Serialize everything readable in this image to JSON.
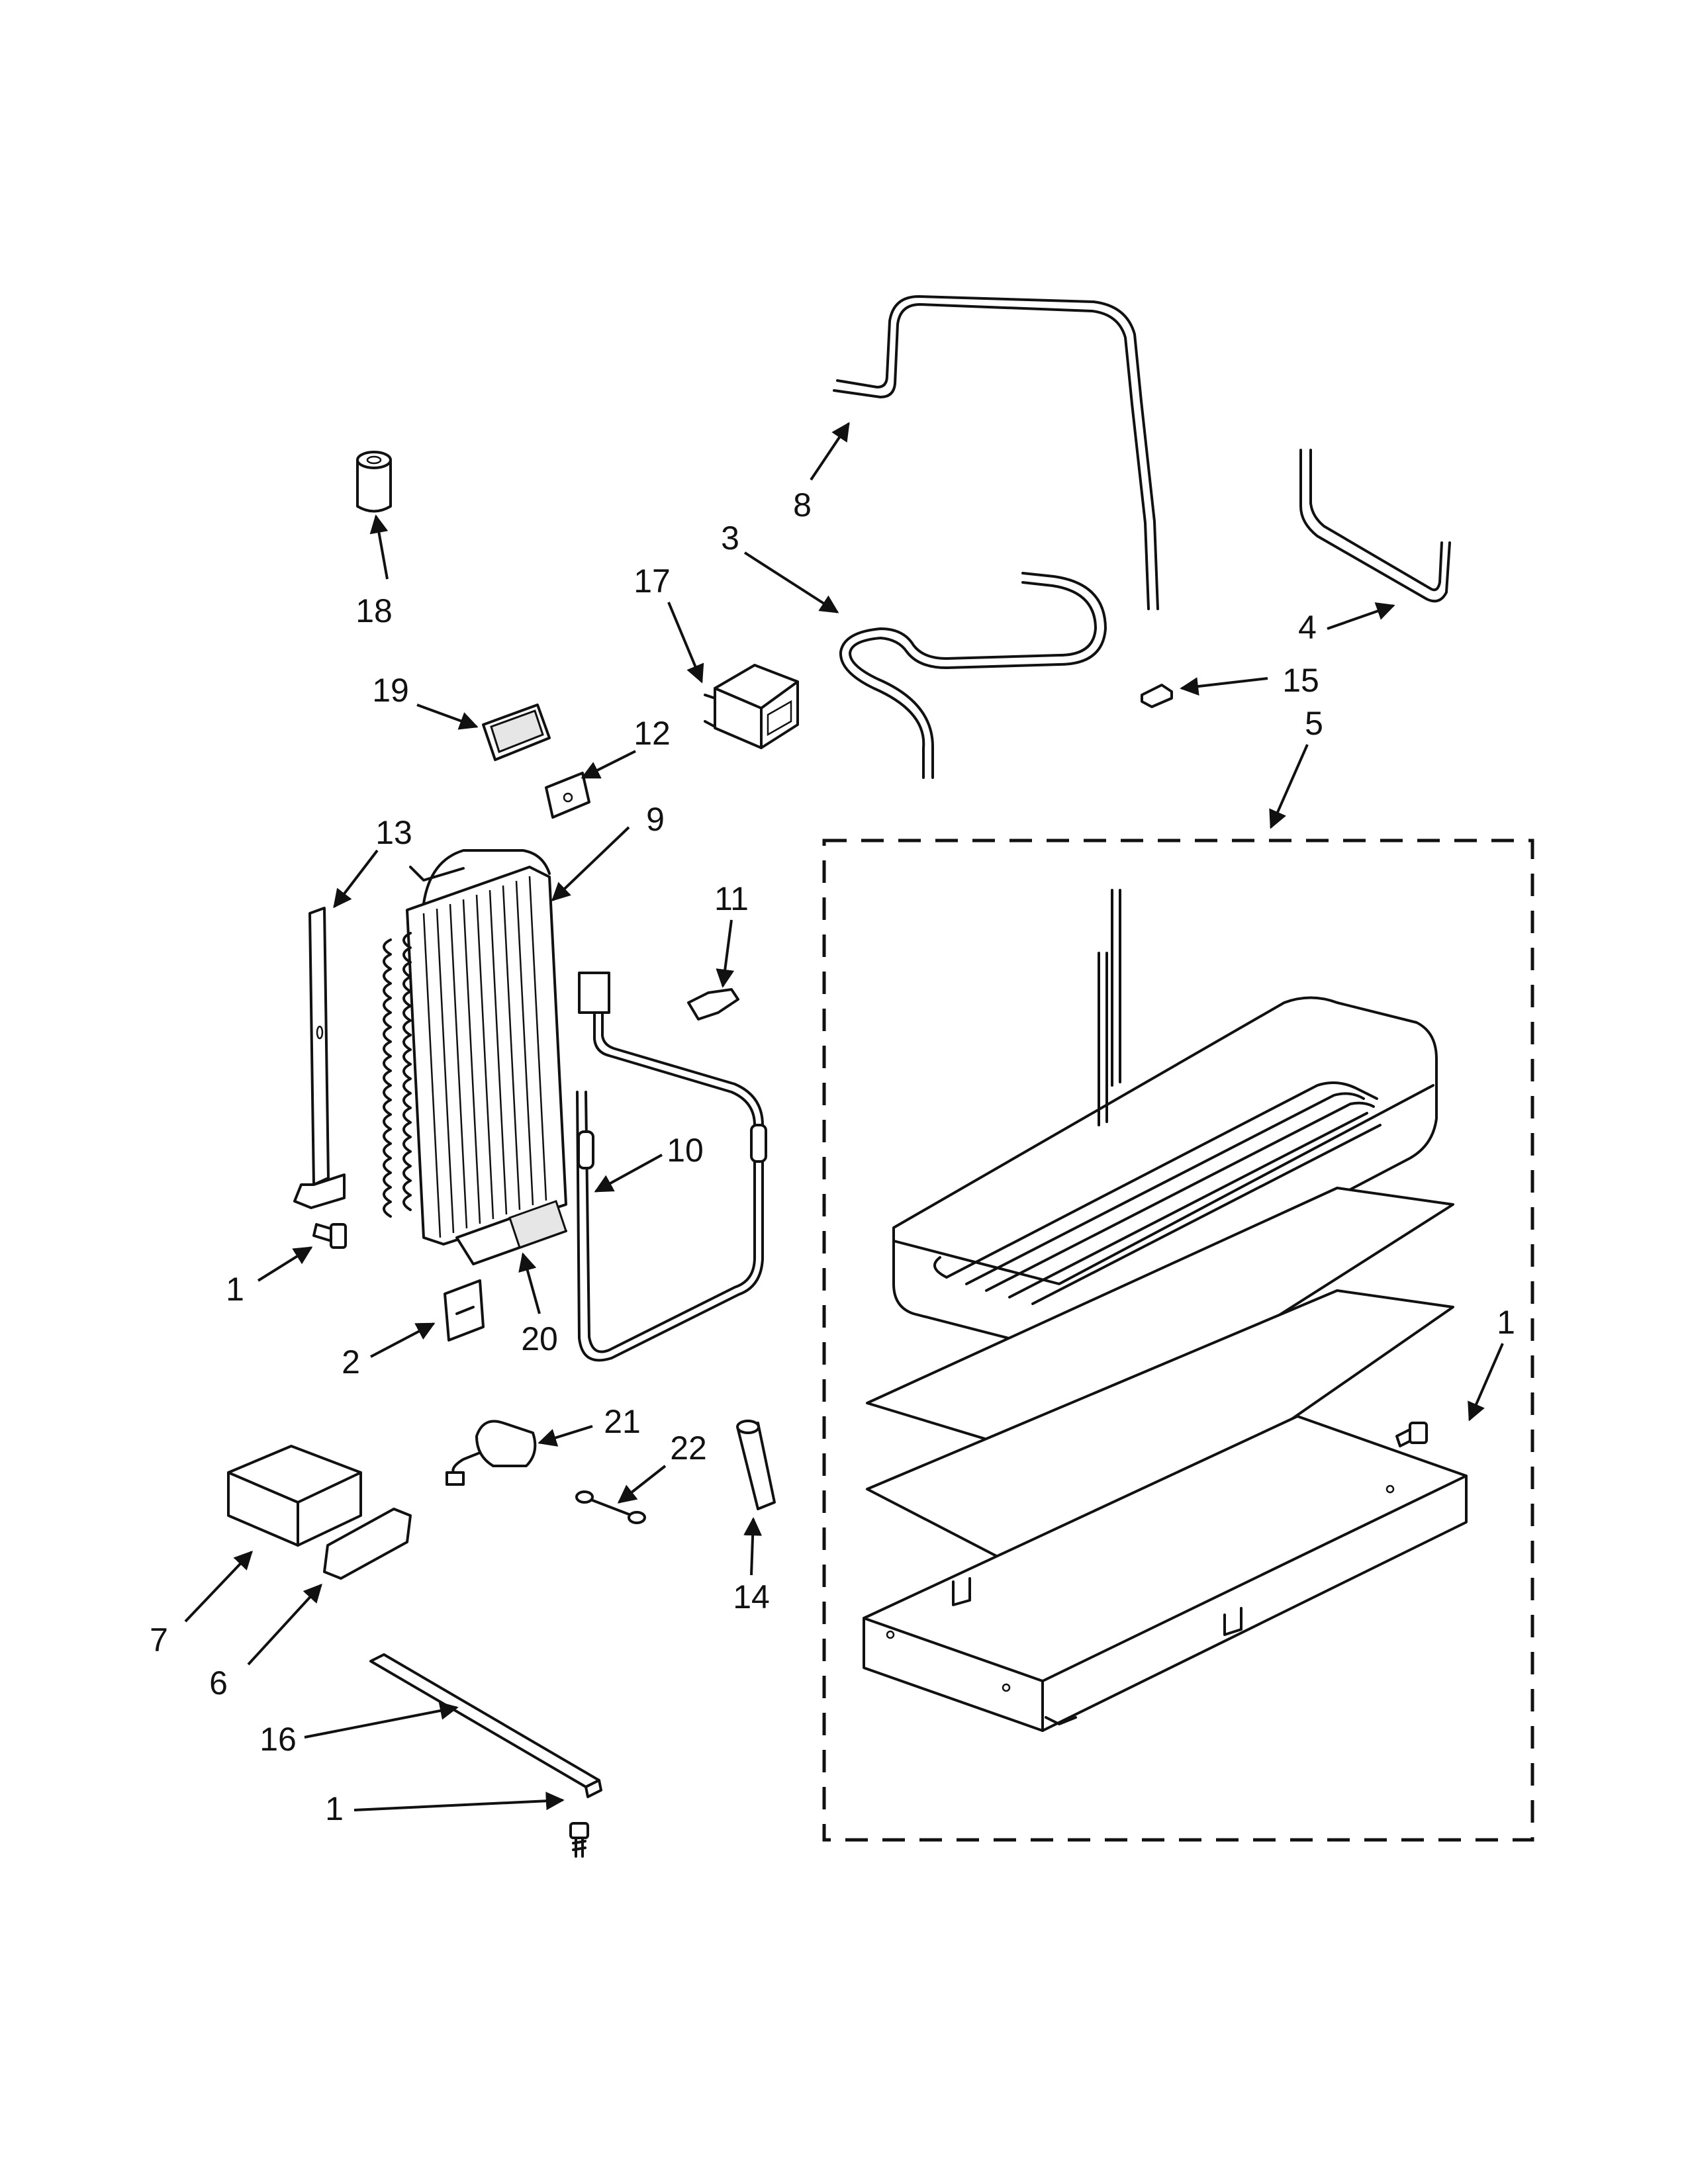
{
  "diagram": {
    "callouts": [
      {
        "id": "c18",
        "label": "18"
      },
      {
        "id": "c19",
        "label": "19"
      },
      {
        "id": "c17",
        "label": "17"
      },
      {
        "id": "c12",
        "label": "12"
      },
      {
        "id": "c8",
        "label": "8"
      },
      {
        "id": "c3",
        "label": "3"
      },
      {
        "id": "c4",
        "label": "4"
      },
      {
        "id": "c15",
        "label": "15"
      },
      {
        "id": "c5",
        "label": "5"
      },
      {
        "id": "c13",
        "label": "13"
      },
      {
        "id": "c9",
        "label": "9"
      },
      {
        "id": "c11",
        "label": "11"
      },
      {
        "id": "c10",
        "label": "10"
      },
      {
        "id": "c1a",
        "label": "1"
      },
      {
        "id": "c20",
        "label": "20"
      },
      {
        "id": "c2",
        "label": "2"
      },
      {
        "id": "c21",
        "label": "21"
      },
      {
        "id": "c22",
        "label": "22"
      },
      {
        "id": "c14",
        "label": "14"
      },
      {
        "id": "c1b",
        "label": "1"
      },
      {
        "id": "c7",
        "label": "7"
      },
      {
        "id": "c6",
        "label": "6"
      },
      {
        "id": "c16",
        "label": "16"
      },
      {
        "id": "c1c",
        "label": "1"
      }
    ]
  }
}
